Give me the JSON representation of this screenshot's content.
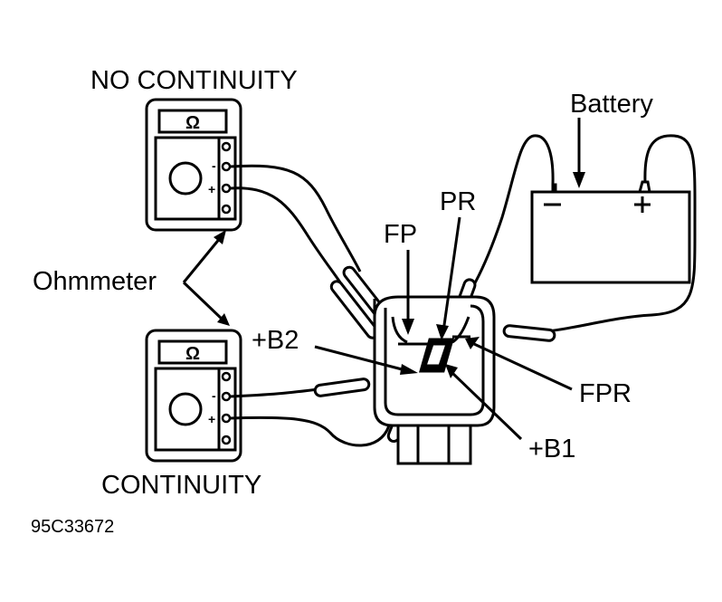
{
  "labels": {
    "no_continuity": "NO CONTINUITY",
    "continuity": "CONTINUITY",
    "ohmmeter": "Ohmmeter",
    "battery": "Battery",
    "fp": "FP",
    "pr": "PR",
    "b2": "+B2",
    "fpr": "FPR",
    "b1": "+B1",
    "figure_id": "95C33672"
  },
  "meters": [
    {
      "name": "top-ohmmeter",
      "display_symbol": "Ω",
      "neg": "-",
      "pos": "+"
    },
    {
      "name": "bottom-ohmmeter",
      "display_symbol": "Ω",
      "neg": "-",
      "pos": "+"
    }
  ],
  "battery": {
    "neg": "−",
    "pos": "+"
  }
}
